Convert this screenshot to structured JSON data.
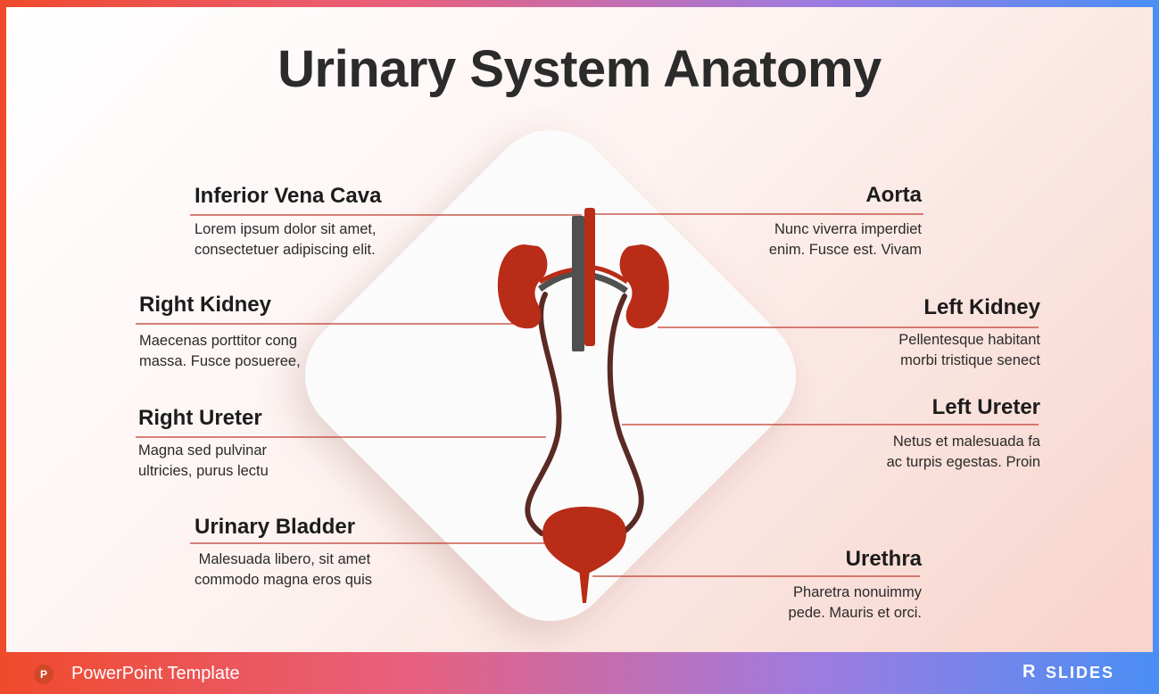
{
  "title": "Urinary System Anatomy",
  "colors": {
    "organ": "#b82c18",
    "vessel_gray": "#505050",
    "ureter": "#5a2a24",
    "line": "#c0392b"
  },
  "labels": {
    "inferior_vena_cava": {
      "heading": "Inferior Vena Cava",
      "line1": "Lorem ipsum dolor sit amet,",
      "line2": "consectetuer adipiscing elit."
    },
    "right_kidney": {
      "heading": "Right Kidney",
      "line1": "Maecenas porttitor cong",
      "line2": "massa. Fusce posueree,"
    },
    "right_ureter": {
      "heading": "Right Ureter",
      "line1": "Magna sed pulvinar",
      "line2": "ultricies, purus lectu"
    },
    "urinary_bladder": {
      "heading": "Urinary Bladder",
      "line1": " Malesuada libero, sit amet",
      "line2": "commodo magna eros quis"
    },
    "aorta": {
      "heading": "Aorta",
      "line1": "Nunc viverra imperdiet",
      "line2": "enim. Fusce est. Vivam"
    },
    "left_kidney": {
      "heading": "Left Kidney",
      "line1": "Pellentesque habitant",
      "line2": "morbi tristique senect"
    },
    "left_ureter": {
      "heading": "Left Ureter",
      "line1": "Netus et malesuada fa",
      "line2": "ac turpis egestas. Proin"
    },
    "urethra": {
      "heading": "Urethra",
      "line1": "Pharetra nonuimmy",
      "line2": "pede. Mauris et orci."
    }
  },
  "footer": {
    "template_label": "PowerPoint Template",
    "icon": "powerpoint-icon",
    "brand_prefix": "R",
    "brand_name": "SLIDES"
  }
}
